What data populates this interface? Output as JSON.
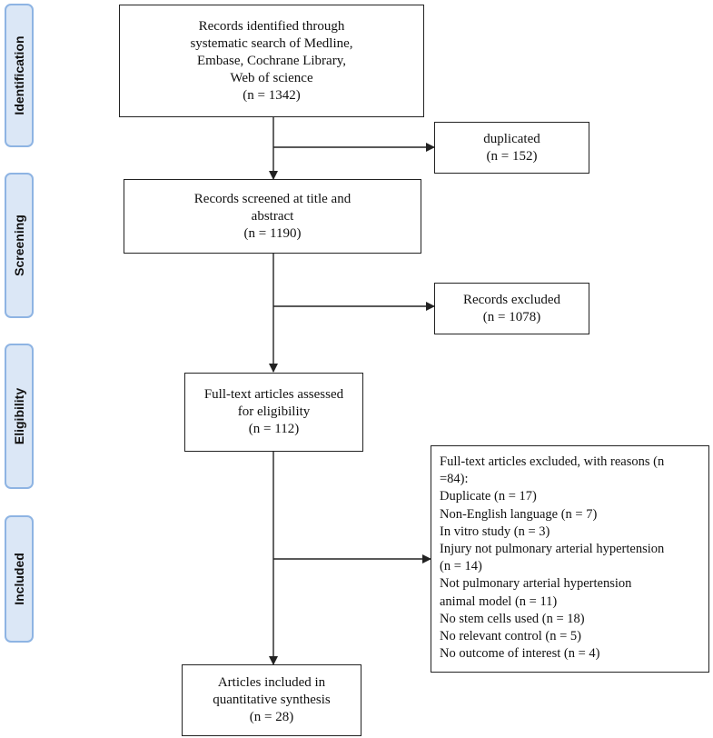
{
  "stages": {
    "identification": "Identification",
    "screening": "Screening",
    "eligibility": "Eligibility",
    "included": "Included"
  },
  "boxes": {
    "identified": {
      "lines": [
        "Records identified through",
        "systematic search of Medline,",
        "Embase, Cochrane Library,",
        "Web of science",
        "(n = 1342)"
      ]
    },
    "duplicated": {
      "lines": [
        "duplicated",
        "(n = 152)"
      ]
    },
    "screened": {
      "lines": [
        "Records screened at title and",
        "abstract",
        "(n = 1190)"
      ]
    },
    "excluded": {
      "lines": [
        "Records excluded",
        "(n = 1078)"
      ]
    },
    "full_text": {
      "lines": [
        "Full-text articles assessed",
        "for eligibility",
        "(n = 112)"
      ]
    },
    "full_text_excluded": {
      "lines": [
        "Full-text articles excluded, with reasons (n",
        "=84):",
        "Duplicate (n = 17)",
        "Non-English language (n = 7)",
        "In vitro study (n = 3)",
        "Injury not pulmonary arterial hypertension",
        "(n = 14)",
        "Not pulmonary arterial hypertension",
        "animal model (n = 11)",
        "No stem cells used (n = 18)",
        "No relevant control (n = 5)",
        "No outcome of interest (n = 4)"
      ]
    },
    "included": {
      "lines": [
        "Articles included in",
        "quantitative synthesis",
        "(n = 28)"
      ]
    }
  },
  "colors": {
    "stage_fill": "#dbe7f6",
    "stage_border": "#8eb4e3",
    "line": "#222222"
  }
}
